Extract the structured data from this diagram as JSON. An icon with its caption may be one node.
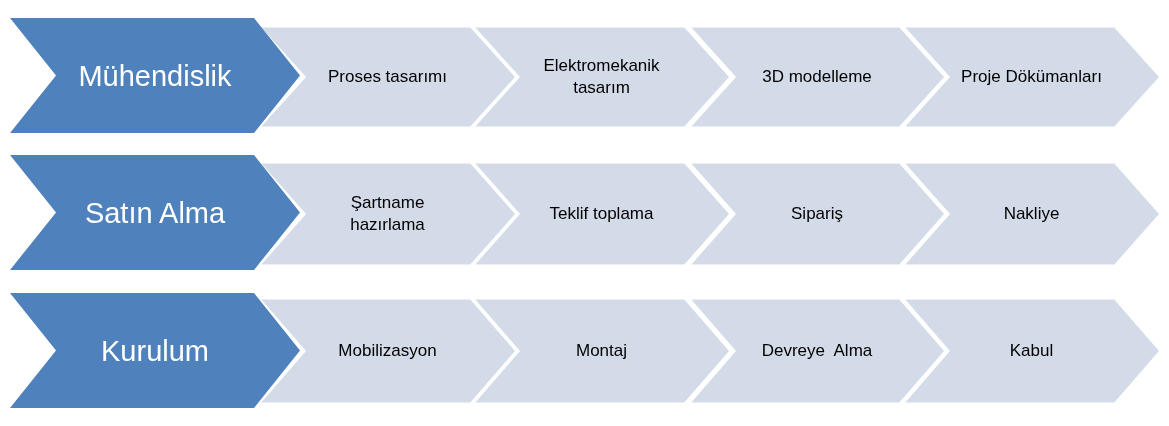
{
  "diagram": {
    "nodes": [
      {
        "text": [
          "Mühendislik"
        ]
      },
      {
        "text": [
          "Proses tasarımı"
        ]
      },
      {
        "text": [
          "Elektromekanik tasarım"
        ]
      },
      {
        "text": [
          "3D modelleme"
        ]
      },
      {
        "text": [
          "Proje Dökümanları"
        ]
      },
      {
        "text": [
          "Satın Alma"
        ]
      },
      {
        "text": [
          "Şartname hazırlama"
        ]
      },
      {
        "text": [
          "Teklif toplama"
        ]
      },
      {
        "text": [
          "Sipariş"
        ]
      },
      {
        "text": [
          "Nakliye"
        ]
      },
      {
        "text": [
          "Kurulum"
        ]
      },
      {
        "text": [
          "Mobilizasyon"
        ]
      },
      {
        "text": [
          "Montaj"
        ]
      },
      {
        "text": [
          "Devreye  Alma"
        ]
      },
      {
        "text": [
          "Kabul"
        ]
      }
    ]
  }
}
